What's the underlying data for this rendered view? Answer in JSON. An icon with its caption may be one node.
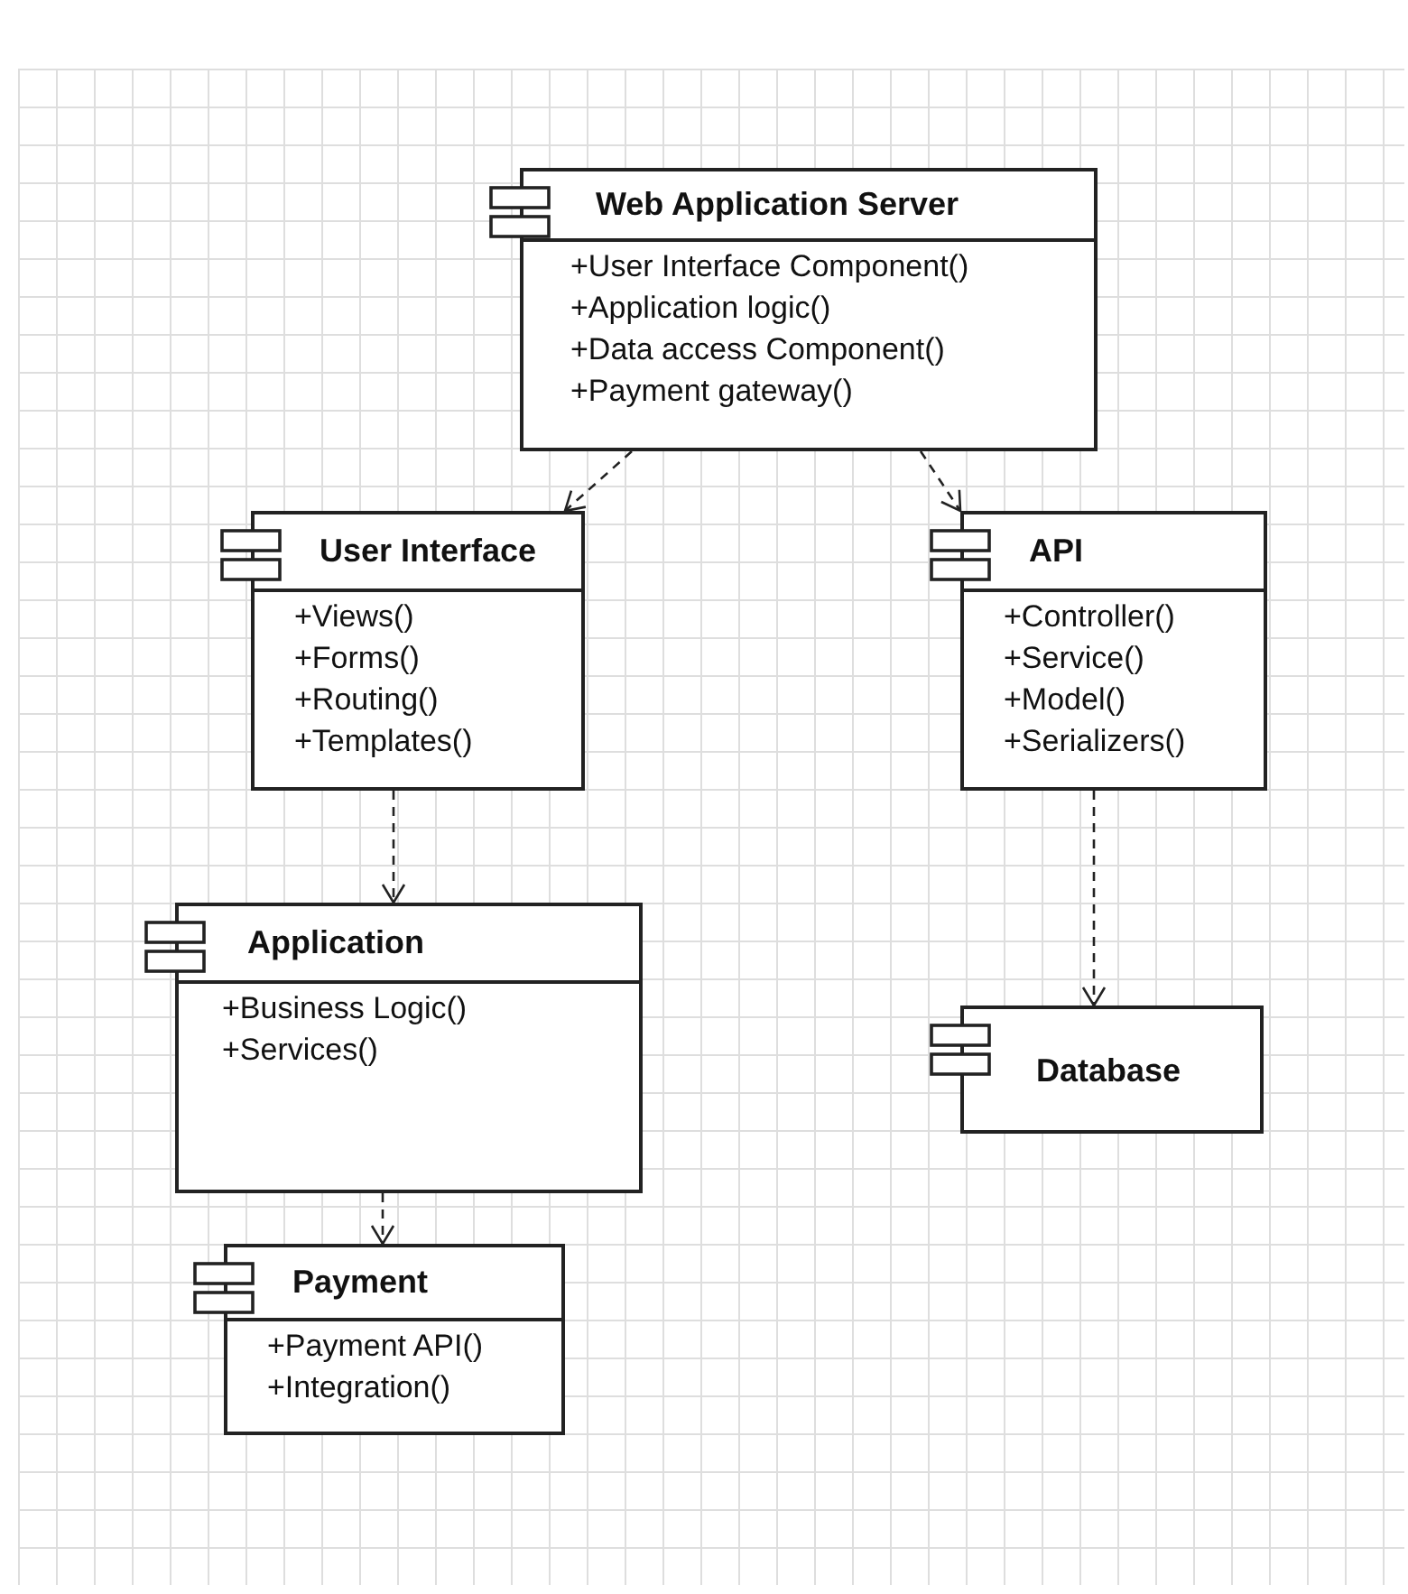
{
  "diagram": {
    "nodes": [
      {
        "text": [
          "Web Application Server",
          "+User Interface Component()",
          "+Application logic()",
          "+Data access Component()",
          "+Payment gateway()"
        ]
      },
      {
        "text": [
          "User Interface",
          "+Views()",
          "+Forms()",
          "+Routing()",
          "+Templates()"
        ]
      },
      {
        "text": [
          "API",
          "+Controller()",
          "+Service()",
          "+Model()",
          "+Serializers()"
        ]
      },
      {
        "text": [
          "Application",
          "+Business Logic()",
          "+Services()"
        ]
      },
      {
        "text": [
          "Database"
        ]
      },
      {
        "text": [
          "Payment",
          "+Payment API()",
          "+Integration()"
        ]
      }
    ],
    "edges": [
      {
        "from": 0,
        "to": 1,
        "arrow": "to",
        "style": "dashed"
      },
      {
        "from": 0,
        "to": 2,
        "arrow": "to",
        "style": "dashed"
      },
      {
        "from": 1,
        "to": 3,
        "arrow": "to",
        "style": "dashed"
      },
      {
        "from": 2,
        "to": 4,
        "arrow": "to",
        "style": "dashed"
      },
      {
        "from": 3,
        "to": 5,
        "arrow": "to",
        "style": "dashed"
      }
    ]
  }
}
